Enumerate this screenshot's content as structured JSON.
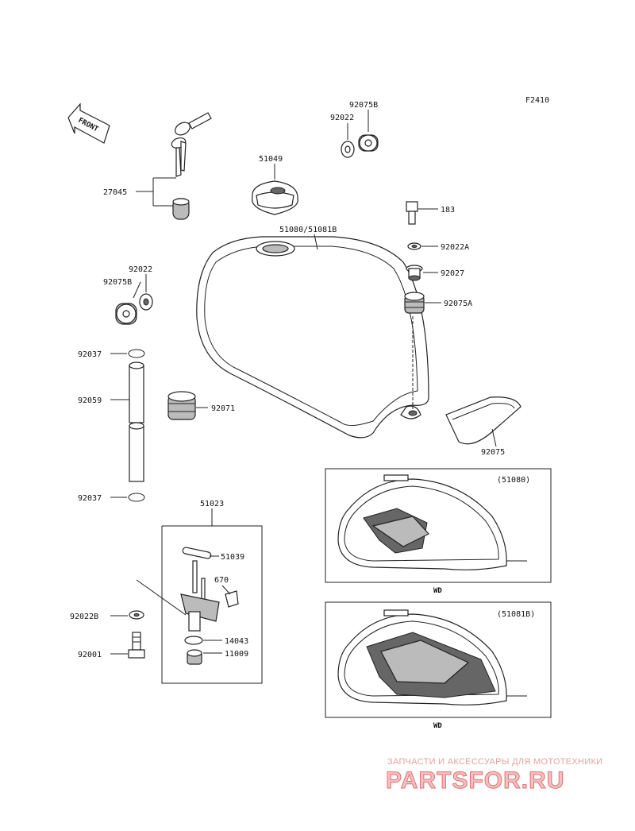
{
  "figure_code": "F2410",
  "front_arrow_label": "FRONT",
  "labels": {
    "p92075B_top": "92075B",
    "p92022_top": "92022",
    "p51049": "51049",
    "p27045": "27045",
    "p183": "183",
    "p51080_51081B": "51080/51081B",
    "p92022A": "92022A",
    "p92022_left": "92022",
    "p92075B_left": "92075B",
    "p92027": "92027",
    "p92075A": "92075A",
    "p92037_top": "92037",
    "p92059": "92059",
    "p92071": "92071",
    "p92075": "92075",
    "p92037_bottom": "92037",
    "p51023": "51023",
    "p51039": "51039",
    "p670": "670",
    "p92022B": "92022B",
    "p14043": "14043",
    "p11009": "11009",
    "p92001": "92001"
  },
  "insets": [
    {
      "code": "(51080)",
      "caption": "WD"
    },
    {
      "code": "(51081B)",
      "caption": "WD"
    }
  ],
  "watermark": {
    "tagline": "ЗАПЧАСТИ И АКСЕССУАРЫ ДЛЯ МОТОТЕХНИКИ",
    "brand": "PARTSFOR.RU"
  }
}
